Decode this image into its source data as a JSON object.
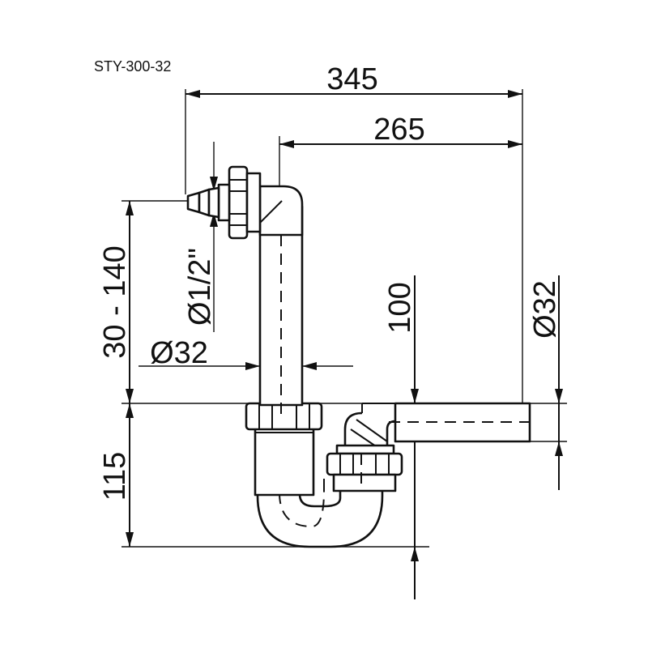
{
  "product_code": "STY-300-32",
  "dimensions": {
    "overall_width": "345",
    "outlet_width": "265",
    "inlet_height": "30 - 140",
    "inlet_diameter": "Ø32",
    "hose_connector": "Ø1/2\"",
    "outlet_height": "100",
    "outlet_diameter": "Ø32",
    "trap_height": "115"
  }
}
